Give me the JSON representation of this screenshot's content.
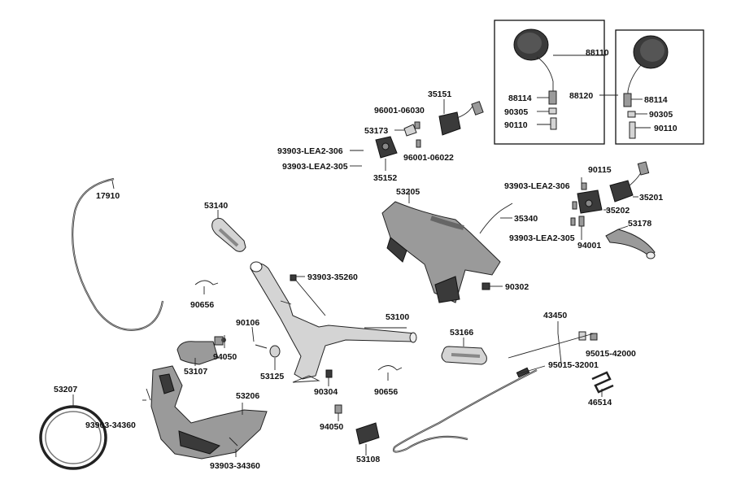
{
  "labels": {
    "p88110": "88110",
    "p88120": "88120",
    "p88114a": "88114",
    "p88114b": "88114",
    "p90305a": "90305",
    "p90305b": "90305",
    "p90110a": "90110",
    "p90110b": "90110",
    "p35151": "35151",
    "p96001_06030": "96001-06030",
    "p53173": "53173",
    "p96001_06022": "96001-06022",
    "p93903_lea2_306a": "93903-LEA2-306",
    "p93903_lea2_305a": "93903-LEA2-305",
    "p35152": "35152",
    "p17910": "17910",
    "p53205": "53205",
    "p90115": "90115",
    "p93903_lea2_306b": "93903-LEA2-306",
    "p35201": "35201",
    "p35202": "35202",
    "p35340": "35340",
    "p53178": "53178",
    "p93903_lea2_305b": "93903-LEA2-305",
    "p94001": "94001",
    "p53140": "53140",
    "p93903_35260": "93903-35260",
    "p90302": "90302",
    "p90656a": "90656",
    "p90656b": "90656",
    "p53100": "53100",
    "p43450": "43450",
    "p90106": "90106",
    "p94050a": "94050",
    "p94050b": "94050",
    "p53107": "53107",
    "p53125": "53125",
    "p53166": "53166",
    "p95015_42000": "95015-42000",
    "p95015_32001": "95015-32001",
    "p53207": "53207",
    "p53206": "53206",
    "p90304": "90304",
    "p46514": "46514",
    "p93903_34360a": "93903-34360",
    "p93903_34360b": "93903-34360",
    "p53108": "53108"
  }
}
